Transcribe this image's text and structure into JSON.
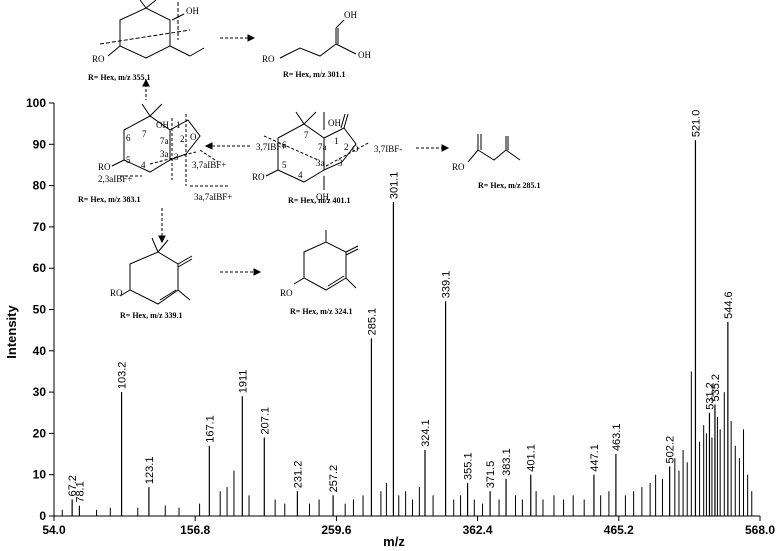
{
  "chart_data": {
    "type": "bar",
    "xlabel": "m/z",
    "ylabel": "Intensity",
    "xlim": [
      54.0,
      568.0
    ],
    "ylim": [
      0,
      100
    ],
    "x_ticks": [
      "54.0",
      "156.8",
      "259.6",
      "362.4",
      "465.2",
      "568.0"
    ],
    "y_ticks": [
      "0",
      "10",
      "20",
      "30",
      "40",
      "50",
      "60",
      "70",
      "80",
      "90",
      "100"
    ],
    "peaks": [
      {
        "x": 67.2,
        "y": 4,
        "label": "67.2"
      },
      {
        "x": 72.5,
        "y": 2.5,
        "label": "78.1"
      },
      {
        "x": 103.2,
        "y": 30,
        "label": "103.2"
      },
      {
        "x": 123.1,
        "y": 7,
        "label": "123.1"
      },
      {
        "x": 167.1,
        "y": 17,
        "label": "167.1"
      },
      {
        "x": 191.1,
        "y": 29,
        "label": "1911"
      },
      {
        "x": 207.1,
        "y": 19,
        "label": "207.1"
      },
      {
        "x": 231.2,
        "y": 6,
        "label": "231.2"
      },
      {
        "x": 257.2,
        "y": 5,
        "label": "257.2"
      },
      {
        "x": 285.1,
        "y": 43,
        "label": "285.1"
      },
      {
        "x": 301.1,
        "y": 76,
        "label": "301.1"
      },
      {
        "x": 324.1,
        "y": 16,
        "label": "324.1"
      },
      {
        "x": 339.1,
        "y": 52,
        "label": "339.1"
      },
      {
        "x": 355.1,
        "y": 8,
        "label": "355.1"
      },
      {
        "x": 371.5,
        "y": 6,
        "label": "371.5"
      },
      {
        "x": 383.1,
        "y": 9,
        "label": "383.1"
      },
      {
        "x": 401.1,
        "y": 10,
        "label": "401.1"
      },
      {
        "x": 447.1,
        "y": 10,
        "label": "447.1"
      },
      {
        "x": 463.1,
        "y": 15,
        "label": "463.1"
      },
      {
        "x": 502.2,
        "y": 12,
        "label": "502.2"
      },
      {
        "x": 521.0,
        "y": 91,
        "label": "521.0"
      },
      {
        "x": 535.2,
        "y": 27,
        "label": "535.2"
      },
      {
        "x": 531.2,
        "y": 25,
        "label": "531.2"
      },
      {
        "x": 544.6,
        "y": 47,
        "label": "544.6"
      }
    ],
    "noise_peaks": [
      {
        "x": 60,
        "y": 1.5
      },
      {
        "x": 85,
        "y": 1.5
      },
      {
        "x": 95,
        "y": 2
      },
      {
        "x": 115,
        "y": 2
      },
      {
        "x": 135,
        "y": 2.5
      },
      {
        "x": 145,
        "y": 2
      },
      {
        "x": 160,
        "y": 3
      },
      {
        "x": 175,
        "y": 6
      },
      {
        "x": 180,
        "y": 7
      },
      {
        "x": 185,
        "y": 11
      },
      {
        "x": 196,
        "y": 5
      },
      {
        "x": 215,
        "y": 4
      },
      {
        "x": 222,
        "y": 3
      },
      {
        "x": 240,
        "y": 3
      },
      {
        "x": 247,
        "y": 4
      },
      {
        "x": 266,
        "y": 3
      },
      {
        "x": 272,
        "y": 4
      },
      {
        "x": 279,
        "y": 5
      },
      {
        "x": 292,
        "y": 6
      },
      {
        "x": 296,
        "y": 8
      },
      {
        "x": 305,
        "y": 5
      },
      {
        "x": 310,
        "y": 6
      },
      {
        "x": 315,
        "y": 4
      },
      {
        "x": 320,
        "y": 7
      },
      {
        "x": 330,
        "y": 5
      },
      {
        "x": 345,
        "y": 4
      },
      {
        "x": 350,
        "y": 5
      },
      {
        "x": 360,
        "y": 4
      },
      {
        "x": 366,
        "y": 3
      },
      {
        "x": 378,
        "y": 4
      },
      {
        "x": 390,
        "y": 5
      },
      {
        "x": 395,
        "y": 4
      },
      {
        "x": 405,
        "y": 6
      },
      {
        "x": 410,
        "y": 4
      },
      {
        "x": 418,
        "y": 5
      },
      {
        "x": 425,
        "y": 4
      },
      {
        "x": 432,
        "y": 5
      },
      {
        "x": 440,
        "y": 4
      },
      {
        "x": 452,
        "y": 5
      },
      {
        "x": 458,
        "y": 6
      },
      {
        "x": 470,
        "y": 5
      },
      {
        "x": 476,
        "y": 6
      },
      {
        "x": 482,
        "y": 7
      },
      {
        "x": 488,
        "y": 8
      },
      {
        "x": 492,
        "y": 10
      },
      {
        "x": 497,
        "y": 9
      },
      {
        "x": 506,
        "y": 14
      },
      {
        "x": 509,
        "y": 11
      },
      {
        "x": 512,
        "y": 16
      },
      {
        "x": 515,
        "y": 13
      },
      {
        "x": 518,
        "y": 35
      },
      {
        "x": 524,
        "y": 18
      },
      {
        "x": 527,
        "y": 22
      },
      {
        "x": 529,
        "y": 20
      },
      {
        "x": 533,
        "y": 19
      },
      {
        "x": 537,
        "y": 24
      },
      {
        "x": 539,
        "y": 21
      },
      {
        "x": 542,
        "y": 30
      },
      {
        "x": 547,
        "y": 23
      },
      {
        "x": 550,
        "y": 17
      },
      {
        "x": 553,
        "y": 14
      },
      {
        "x": 556,
        "y": 21
      },
      {
        "x": 559,
        "y": 10
      },
      {
        "x": 562,
        "y": 6
      }
    ]
  },
  "scheme": {
    "struct_top_left": {
      "caption": "R= Hex, m/z 355.1",
      "ro": "RO",
      "oh": "OH"
    },
    "struct_top_right": {
      "caption": "R= Hex, m/z 301.1",
      "ro": "RO",
      "oh1": "OH",
      "oh2": "OH"
    },
    "struct_mid_left": {
      "caption": "R= Hex, m/z 383.1",
      "ro": "RO",
      "oh": "OH",
      "ring_nums": [
        "6",
        "7",
        "7a",
        "5",
        "4",
        "3a",
        "1",
        "2",
        "3"
      ],
      "o_label": "O",
      "frag_a": "3,7aIBF+",
      "frag_b": "2,3aIBF+",
      "frag_c": "3a,7aIBF+"
    },
    "struct_center": {
      "caption": "R= Hex, m/z 401.1",
      "ro": "RO",
      "oh_top": "OH",
      "oh_bottom": "OH",
      "ring_nums": [
        "7",
        "6",
        "7a",
        "5",
        "4",
        "3a",
        "1",
        "2",
        "3"
      ],
      "o_label": "O",
      "frag_left": "3,7IBF+",
      "frag_right": "3,7IBF-"
    },
    "struct_right": {
      "caption": "R= Hex, m/z 285.1",
      "ro": "RO"
    },
    "struct_bottom_left": {
      "caption": "R= Hex, m/z 339.1",
      "ro": "RO"
    },
    "struct_bottom_right": {
      "caption": "R= Hex, m/z 324.1",
      "ro": "RO"
    }
  }
}
